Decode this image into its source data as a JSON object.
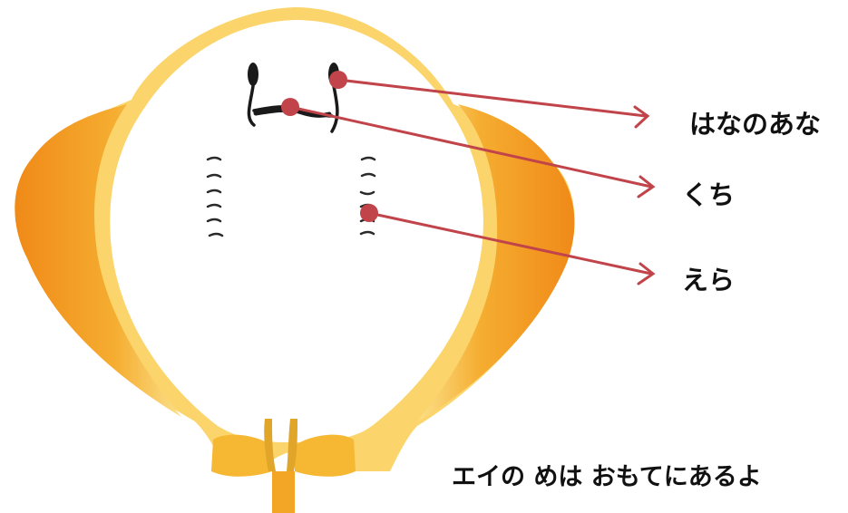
{
  "labels": {
    "nose": "はなのあな",
    "mouth": "くち",
    "gills": "えら"
  },
  "caption": "エイの めは おもてにあるよ",
  "caption_line2": "",
  "colors": {
    "body_fill": "#ffffff",
    "body_glow": "#fde9a8",
    "wing_orange": "#f29a23",
    "wing_yellow": "#f8c94a",
    "marker": "#c0444a",
    "marker_line": "#c0444a",
    "ink": "#1a1a1a"
  }
}
